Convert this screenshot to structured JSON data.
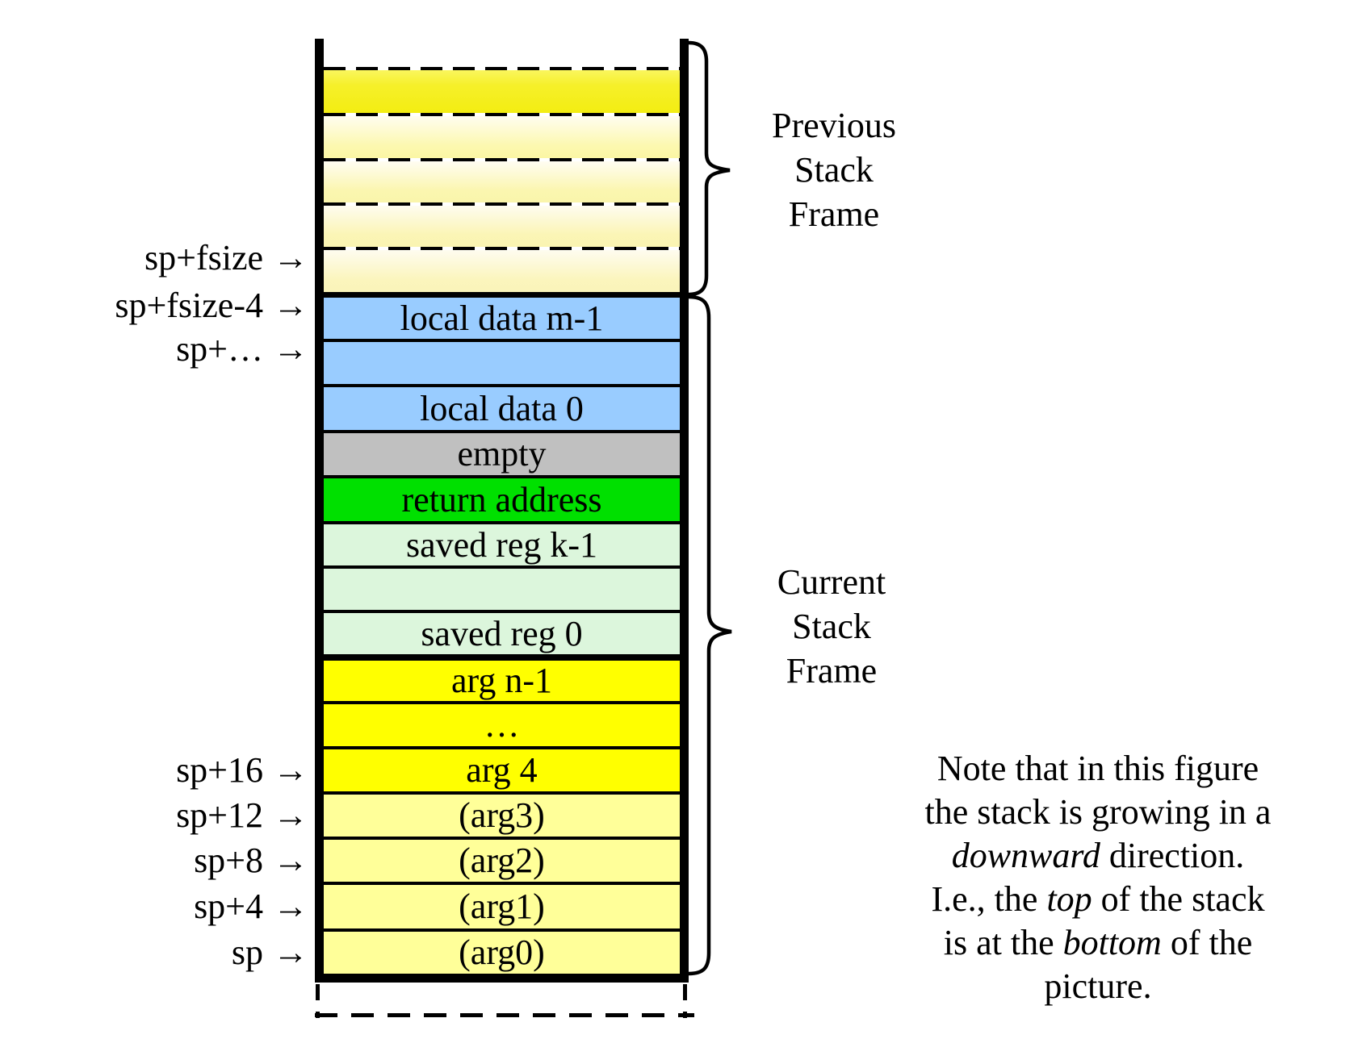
{
  "arrow_glyph": "→",
  "left_labels": [
    {
      "id": "sp-fsize",
      "text": "sp+fsize"
    },
    {
      "id": "sp-fsize-4",
      "text": "sp+fsize-4"
    },
    {
      "id": "sp-dots",
      "text": "sp+…"
    },
    {
      "id": "sp-16",
      "text": "sp+16"
    },
    {
      "id": "sp-12",
      "text": "sp+12"
    },
    {
      "id": "sp-8",
      "text": "sp+8"
    },
    {
      "id": "sp-4",
      "text": "sp+4"
    },
    {
      "id": "sp",
      "text": "sp"
    }
  ],
  "stack": {
    "previous_frame_bands": 5,
    "rows": [
      {
        "label": "local data m-1",
        "color": "blue"
      },
      {
        "label": "",
        "color": "blue"
      },
      {
        "label": "local data 0",
        "color": "blue"
      },
      {
        "label": "empty",
        "color": "gray"
      },
      {
        "label": "return address",
        "color": "green"
      },
      {
        "label": "saved reg k-1",
        "color": "mint"
      },
      {
        "label": "",
        "color": "mint"
      },
      {
        "label": "saved reg 0",
        "color": "mint"
      },
      {
        "label": "arg n-1",
        "color": "yellow"
      },
      {
        "label": "…",
        "color": "yellow"
      },
      {
        "label": "arg 4",
        "color": "yellow"
      },
      {
        "label": "(arg3)",
        "color": "pale-yellow"
      },
      {
        "label": "(arg2)",
        "color": "pale-yellow"
      },
      {
        "label": "(arg1)",
        "color": "pale-yellow"
      },
      {
        "label": "(arg0)",
        "color": "pale-yellow"
      }
    ]
  },
  "braces": {
    "previous_frame_label": {
      "line1": "Previous",
      "line2": "Stack",
      "line3": "Frame"
    },
    "current_frame_label": {
      "line1": "Current",
      "line2": "Stack",
      "line3": "Frame"
    }
  },
  "note": {
    "lines": [
      {
        "segments": [
          {
            "text": "Note that in this figure",
            "italic": false
          }
        ]
      },
      {
        "segments": [
          {
            "text": "the stack is growing in a",
            "italic": false
          }
        ]
      },
      {
        "segments": [
          {
            "text": "downward",
            "italic": true
          },
          {
            "text": " direction.",
            "italic": false
          }
        ]
      },
      {
        "segments": [
          {
            "text": "I.e., the ",
            "italic": false
          },
          {
            "text": "top",
            "italic": true
          },
          {
            "text": " of the stack",
            "italic": false
          }
        ]
      },
      {
        "segments": [
          {
            "text": "is at the ",
            "italic": false
          },
          {
            "text": "bottom",
            "italic": true
          },
          {
            "text": " of the",
            "italic": false
          }
        ]
      },
      {
        "segments": [
          {
            "text": "picture.",
            "italic": false
          }
        ]
      }
    ]
  },
  "colors": {
    "local_data": "#99ccff",
    "empty": "#c0c0c0",
    "return_address": "#00e000",
    "saved_regs": "#dcf6dc",
    "stack_args": "#ffff00",
    "reg_args": "#ffff99",
    "previous_frame_top": "#f6f02a",
    "previous_frame_bottom": "#faf4b9",
    "border": "#000000"
  }
}
